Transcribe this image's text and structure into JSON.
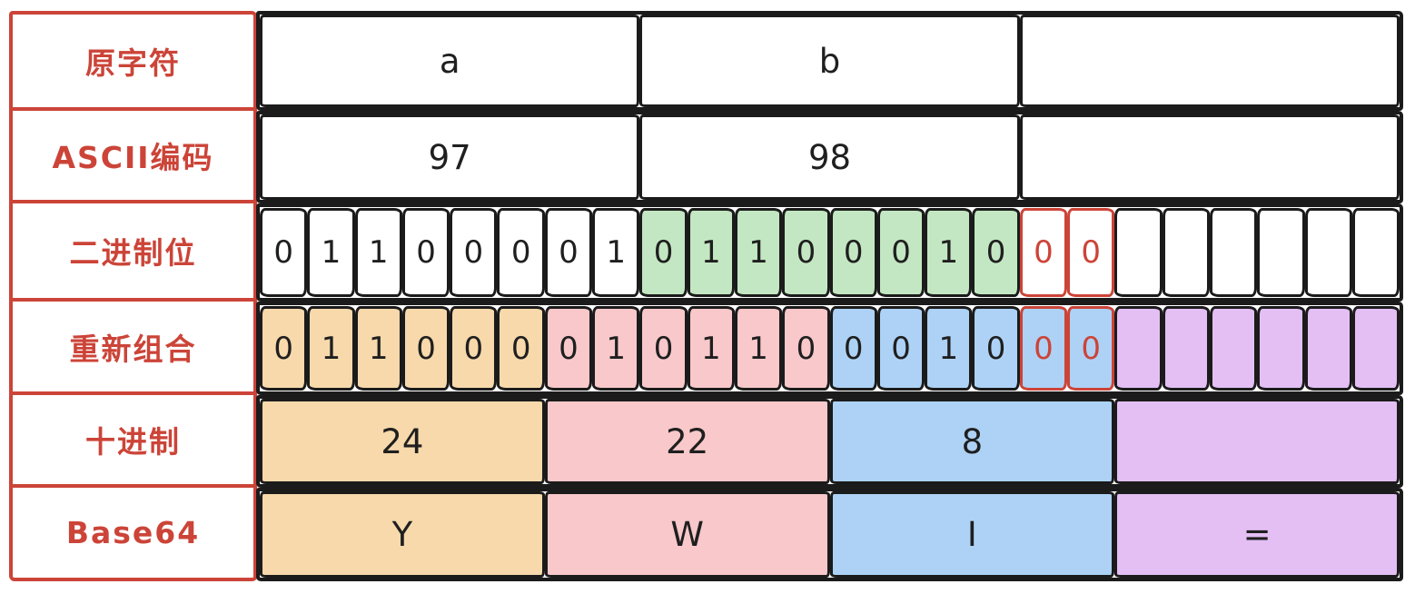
{
  "row_labels": {
    "original_char": "原字符",
    "ascii_code": "ASCII编码",
    "binary_bits": "二进制位",
    "regroup": "重新组合",
    "decimal": "十进制",
    "base64": "Base64"
  },
  "original_chars": {
    "c1": "a",
    "c2": "b",
    "c3": ""
  },
  "ascii_codes": {
    "c1": "97",
    "c2": "98",
    "c3": ""
  },
  "binary_row": {
    "byte_a_bits": "01100001",
    "byte_b_bits": "01100010",
    "padding_bits": "00",
    "cells": [
      {
        "v": "0"
      },
      {
        "v": "1"
      },
      {
        "v": "1"
      },
      {
        "v": "0"
      },
      {
        "v": "0"
      },
      {
        "v": "0"
      },
      {
        "v": "0"
      },
      {
        "v": "1"
      },
      {
        "v": "0"
      },
      {
        "v": "1"
      },
      {
        "v": "1"
      },
      {
        "v": "0"
      },
      {
        "v": "0"
      },
      {
        "v": "0"
      },
      {
        "v": "1"
      },
      {
        "v": "0"
      },
      {
        "v": "0"
      },
      {
        "v": "0"
      },
      {
        "v": ""
      },
      {
        "v": ""
      },
      {
        "v": ""
      },
      {
        "v": ""
      },
      {
        "v": ""
      },
      {
        "v": ""
      }
    ]
  },
  "regroup_row": {
    "group1_bits": "011000",
    "group2_bits": "010110",
    "group3_bits": "001000",
    "cells": [
      {
        "v": "0"
      },
      {
        "v": "1"
      },
      {
        "v": "1"
      },
      {
        "v": "0"
      },
      {
        "v": "0"
      },
      {
        "v": "0"
      },
      {
        "v": "0"
      },
      {
        "v": "1"
      },
      {
        "v": "0"
      },
      {
        "v": "1"
      },
      {
        "v": "1"
      },
      {
        "v": "0"
      },
      {
        "v": "0"
      },
      {
        "v": "0"
      },
      {
        "v": "1"
      },
      {
        "v": "0"
      },
      {
        "v": "0"
      },
      {
        "v": "0"
      },
      {
        "v": ""
      },
      {
        "v": ""
      },
      {
        "v": ""
      },
      {
        "v": ""
      },
      {
        "v": ""
      },
      {
        "v": ""
      }
    ]
  },
  "decimal_row": {
    "c1": "24",
    "c2": "22",
    "c3": "8",
    "c4": ""
  },
  "base64_row": {
    "c1": "Y",
    "c2": "W",
    "c3": "I",
    "c4": "="
  },
  "colors": {
    "label_red": "#cc4438",
    "stroke_black": "#1b1b1b",
    "byte_b_green": "#c3e7c2",
    "group1_orange": "#f7d9ab",
    "group2_pink": "#f8c8ca",
    "group3_blue": "#add2f5",
    "group4_purple": "#e3bff4"
  }
}
